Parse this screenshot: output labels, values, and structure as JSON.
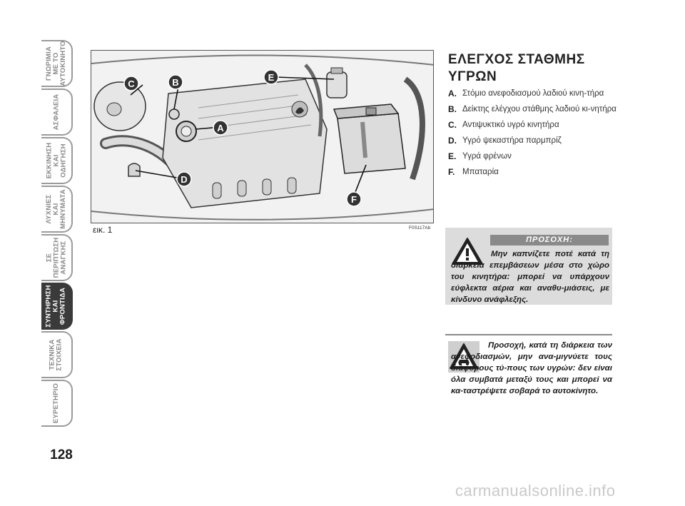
{
  "tabs": [
    {
      "label": "ΓΝΩΡΙΜΙΑ\nΜΕ ΤΟ\nΑΥΤΟΚΙΝΗΤΟ",
      "active": false
    },
    {
      "label": "ΑΣΦΑΛΕΙΑ",
      "active": false
    },
    {
      "label": "ΕΚΚΙΝΗΣΗ\nΚΑΙ\nΟΔΗΓΗΣΗ",
      "active": false
    },
    {
      "label": "ΛΥΧΝΙΕΣ\nΚΑΙ\nΜΗΝΥΜΑΤΑ",
      "active": false
    },
    {
      "label": "ΣΕ\nΠΕΡΙΠΤΩΣΗ\nΑΝΑΓΚΗΣ",
      "active": false
    },
    {
      "label": "ΣΥΝΤΗΡΗΣΗ\nΚΑΙ\nΦΡΟΝΤΙΔΑ",
      "active": true
    },
    {
      "label": "ΤΕΧΝΙΚΑ\nΣΤΟΙΧΕΙΑ",
      "active": false
    },
    {
      "label": "ΕΥΡΕΤΗΡΙΟ",
      "active": false
    }
  ],
  "page_number": "128",
  "figure": {
    "caption": "εικ. 1",
    "code": "F0S117Ab",
    "callouts": [
      "A",
      "B",
      "C",
      "D",
      "E",
      "F"
    ]
  },
  "section": {
    "title": "ΕΛΕΓΧΟΣ ΣΤΑΘΜΗΣ ΥΓΡΩΝ",
    "items": [
      {
        "key": "A.",
        "text": "Στόμιο ανεφοδιασμού λαδιού κινη-τήρα"
      },
      {
        "key": "B.",
        "text": "Δείκτης ελέγχου στάθμης λαδιού κι-νητήρα"
      },
      {
        "key": "C.",
        "text": "Αντιψυκτικό υγρό κινητήρα"
      },
      {
        "key": "D.",
        "text": "Υγρό ψεκαστήρα παρμπρίζ"
      },
      {
        "key": "E.",
        "text": "Υγρά φρένων"
      },
      {
        "key": "F.",
        "text": "Μπαταρία"
      }
    ]
  },
  "warning": {
    "heading": "ΠΡΟΣΟΧΗ:",
    "text": "Μην καπνίζετε ποτέ κατά τη διάρκεια επεμβάσεων μέσα στο χώρο του κινητήρα: μπορεί να υπάρχουν εύφλεκτα αέρια και αναθυ-μιάσεις, με κίνδυνο ανάφλεξης."
  },
  "note": {
    "text": "Προσοχή, κατά τη διάρκεια των ανεφοδιασμών, μην ανα-μιγνύετε τους διάφορους τύ-πους των υγρών: δεν είναι όλα συμβατά μεταξύ τους και μπορεί να κα-ταστρέψετε σοβαρά το αυτοκίνητο."
  },
  "watermark": "carmanualsonline.info"
}
